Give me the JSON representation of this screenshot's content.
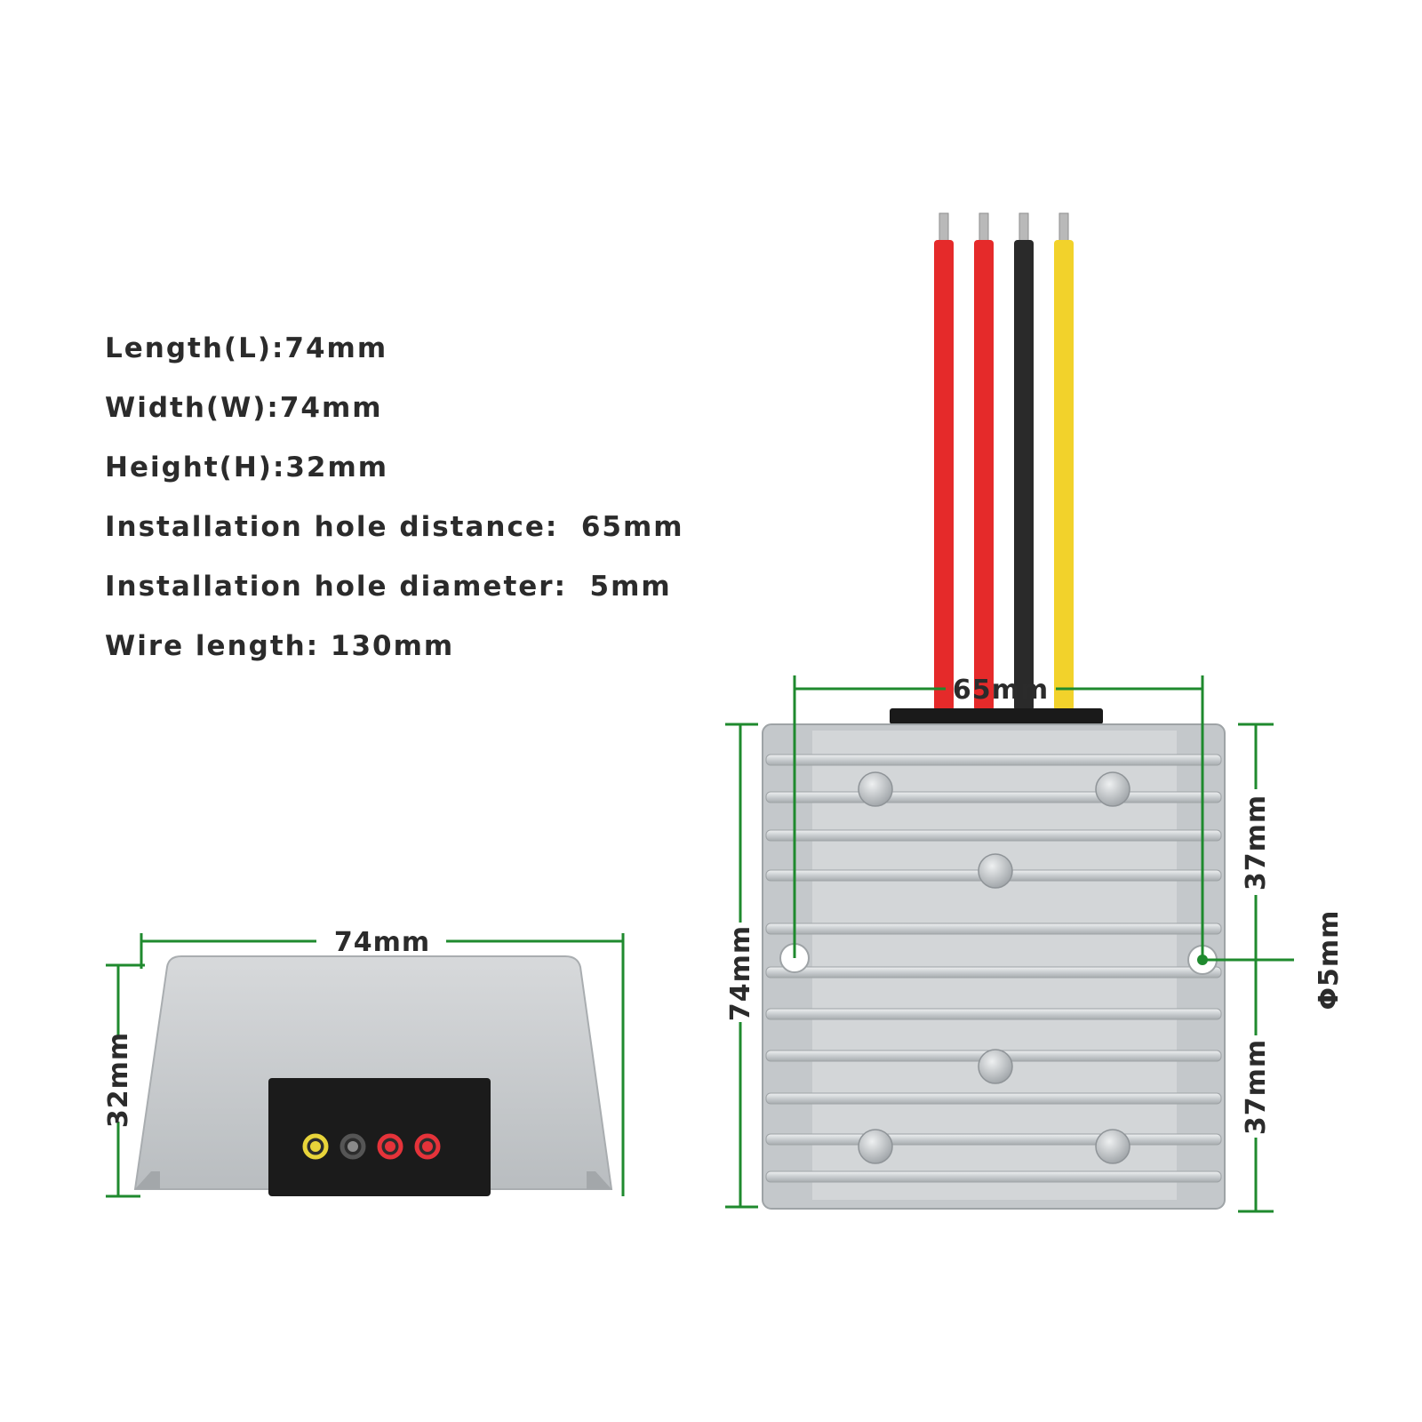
{
  "specs": [
    "Length(L):74mm",
    "Width(W):74mm",
    "Height(H):32mm",
    "Installation hole distance:  65mm",
    "Installation hole diameter:  5mm",
    "Wire length: 130mm"
  ],
  "side_view": {
    "width_label": "74mm",
    "height_label": "32mm",
    "indicator_colors": [
      "#e8d43a",
      "#555555",
      "#e5333a",
      "#e5333a"
    ]
  },
  "top_view": {
    "hole_distance_label": "65mm",
    "length_label": "74mm",
    "upper_half_label": "37mm",
    "lower_half_label": "37mm",
    "hole_diameter_label": "Φ5mm",
    "wire_colors": [
      "#e52a2a",
      "#e52a2a",
      "#2a2a2a",
      "#f2d22b"
    ]
  },
  "colors": {
    "dimension_line": "#1f8a2e",
    "housing": "#c9cdd0",
    "text": "#2b2b2b"
  }
}
